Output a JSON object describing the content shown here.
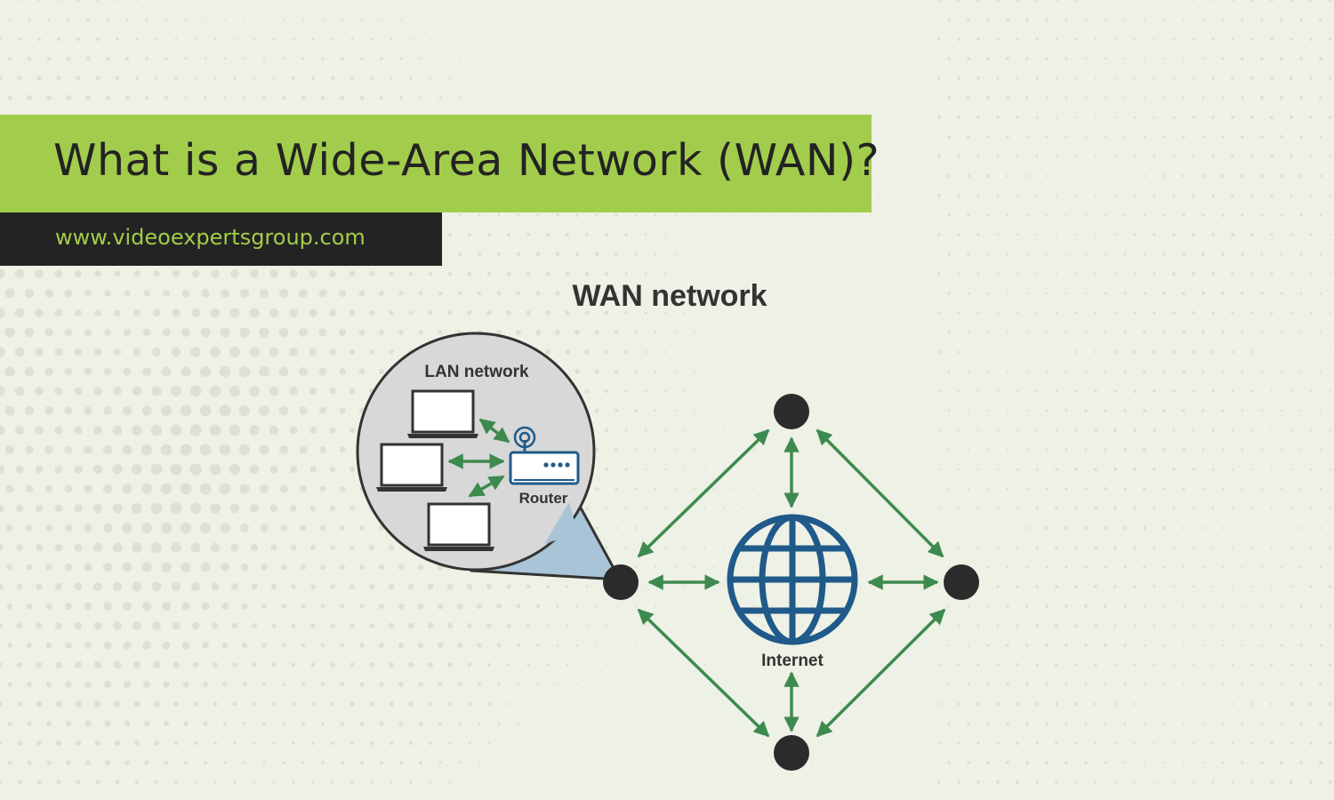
{
  "header": {
    "title": "What is a Wide-Area Network (WAN)?",
    "url": "www.videoexpertsgroup.com"
  },
  "diagram": {
    "title": "WAN network",
    "lan_label": "LAN network",
    "router_label": "Router",
    "internet_label": "Internet"
  },
  "colors": {
    "accent_green": "#a2cd4c",
    "dark": "#232323",
    "arrow_green": "#3d8a4e",
    "globe_blue": "#1f5a8a",
    "callout_blue": "#a9c4d6"
  },
  "icons": [
    "laptop-icon",
    "router-icon",
    "globe-icon",
    "wifi-icon"
  ]
}
